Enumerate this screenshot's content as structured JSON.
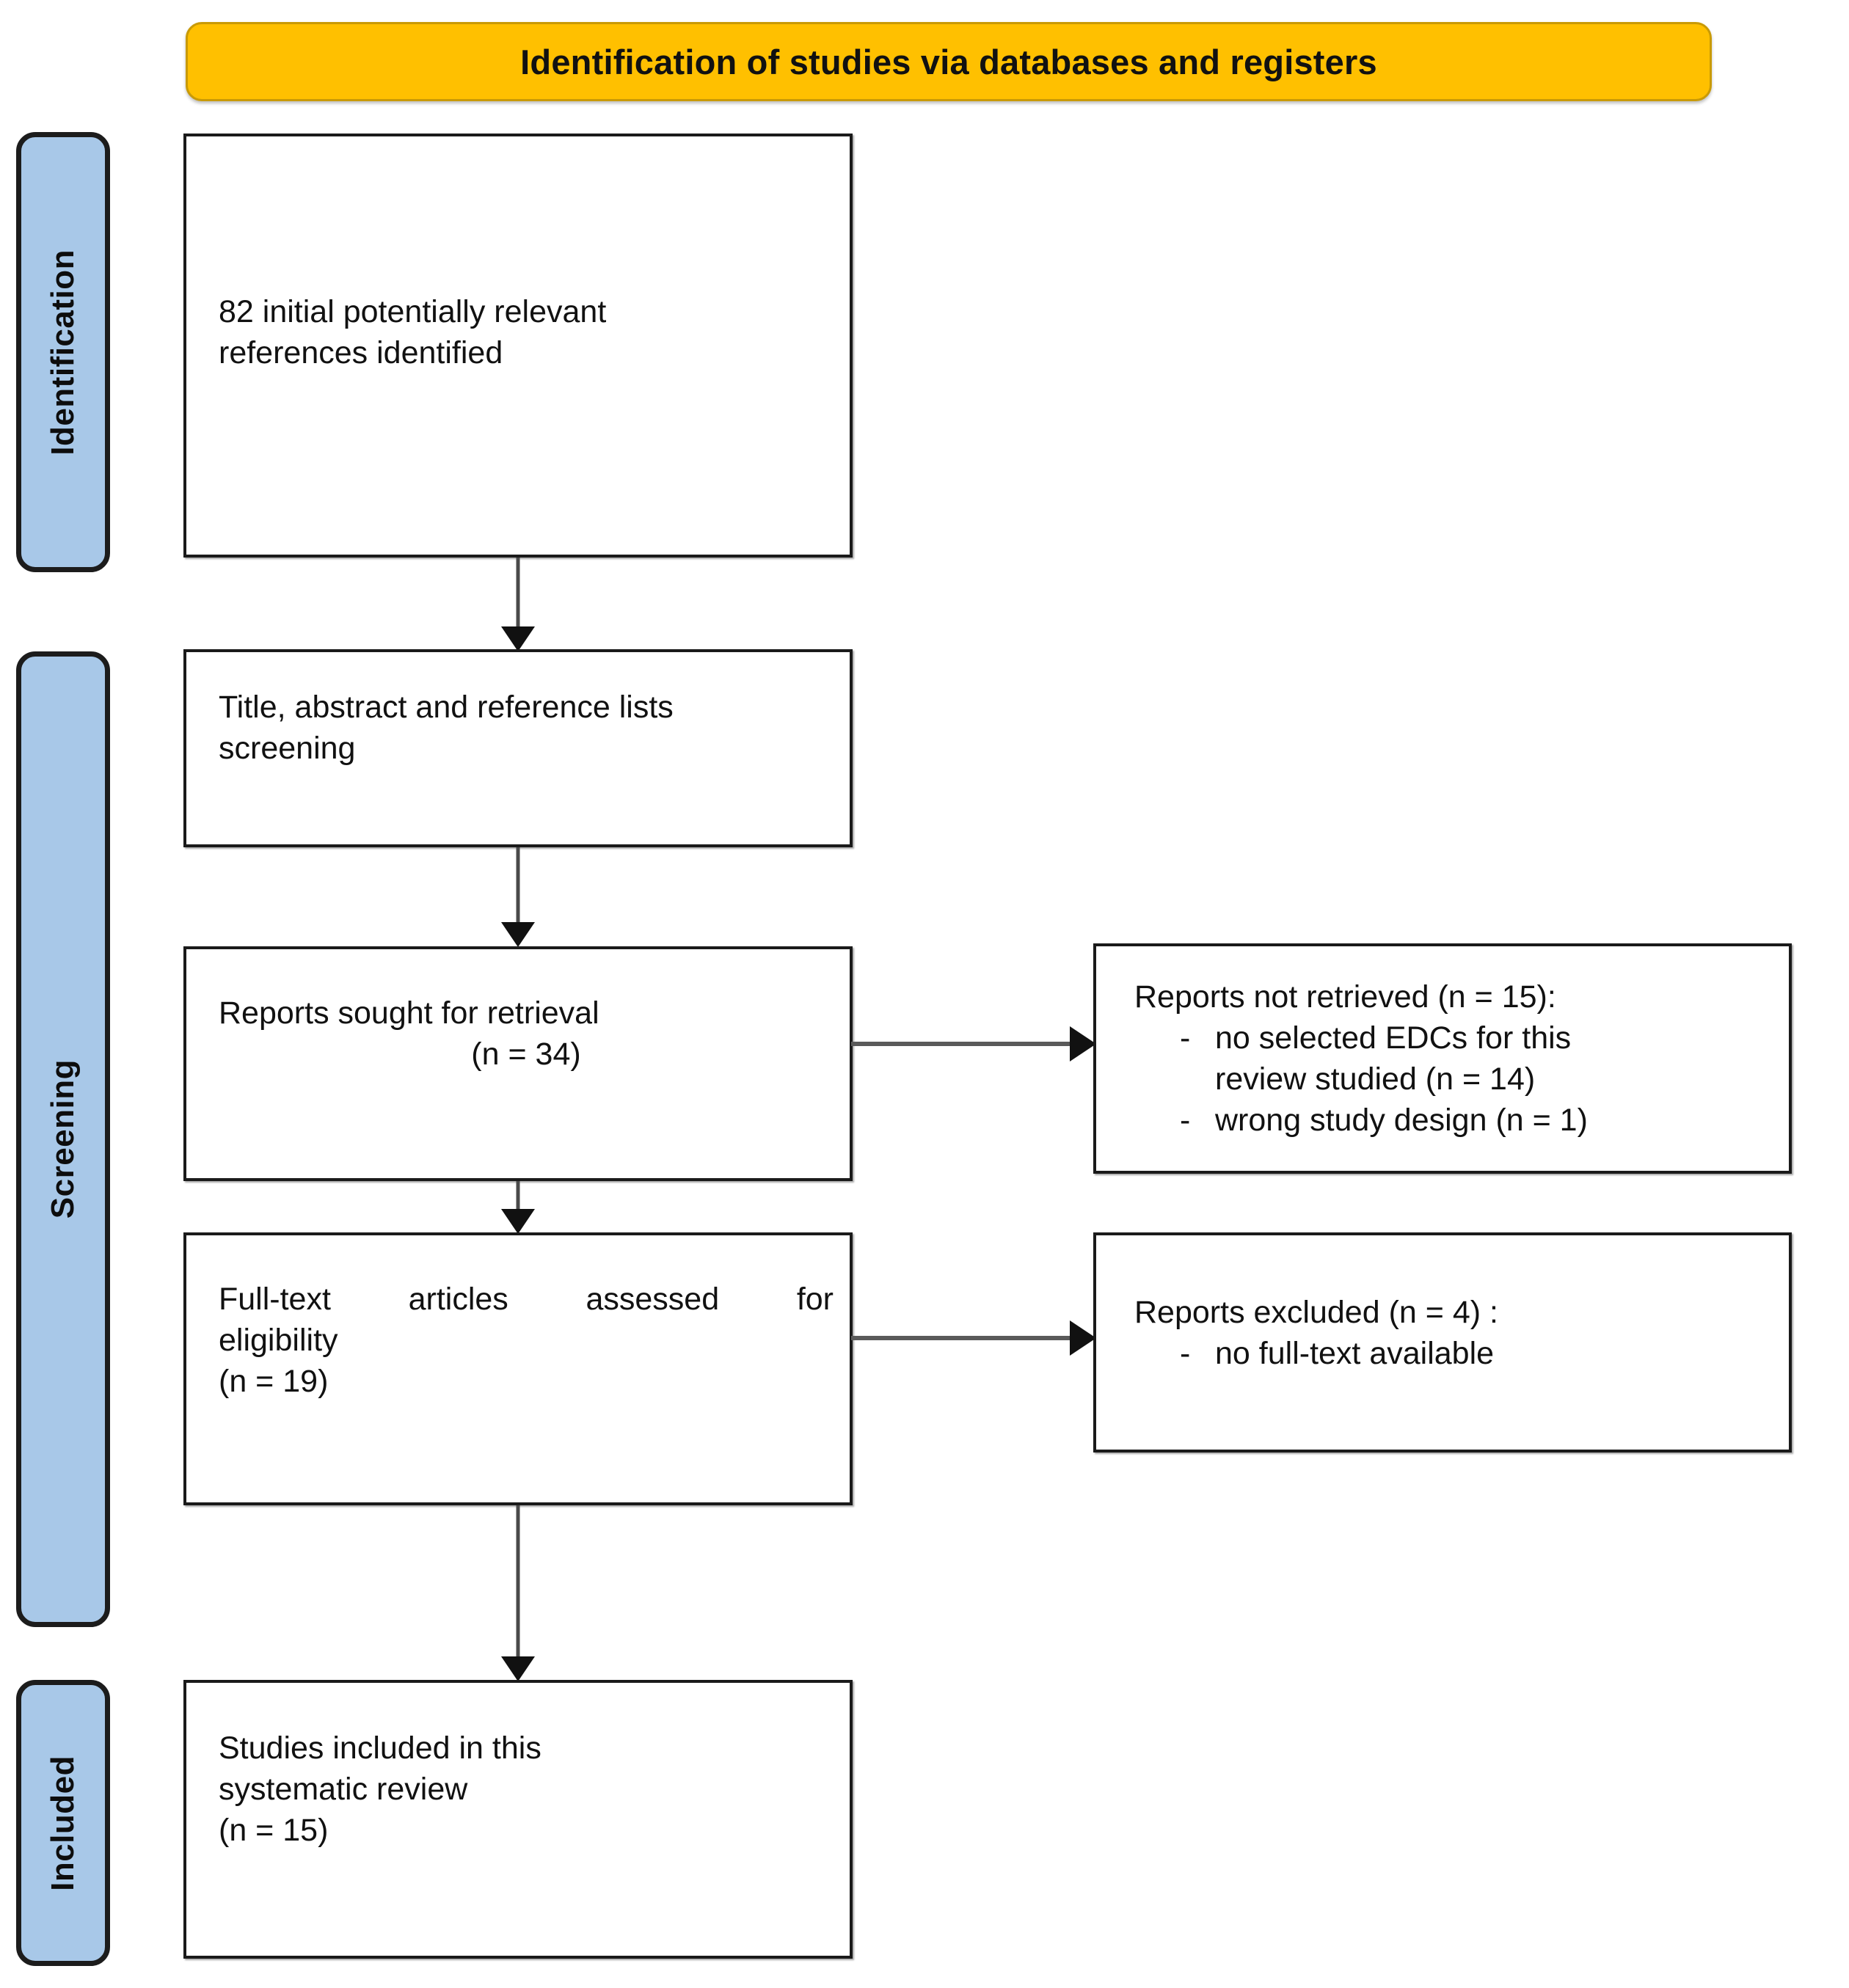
{
  "header": {
    "title": "Identification of studies via databases and registers",
    "bg_color": "#FFC000",
    "border_color": "#C99A06"
  },
  "stages": {
    "identification": "Identification",
    "screening": "Screening",
    "included": "Included",
    "bg_color": "#A8C8E8",
    "border_color": "#1C1C1C"
  },
  "boxes": {
    "identified": {
      "line1": "82 initial potentially relevant",
      "line2": "references identified"
    },
    "screening": {
      "line1": "Title, abstract and reference lists",
      "line2": "screening"
    },
    "sought": {
      "line1": "Reports sought for retrieval",
      "line2": "(n = 34)"
    },
    "fulltext": {
      "line1": "Full-text articles assessed for",
      "line2": "eligibility",
      "line3": "(n = 19)"
    },
    "included": {
      "line1": "Studies included in this",
      "line2": "systematic review",
      "line3": "(n = 15)"
    },
    "not_retrieved": {
      "heading": "Reports not retrieved (n = 15):",
      "bullet_marker": "-",
      "bullets": [
        "no selected EDCs for this review studied (n = 14)",
        "wrong study design (n = 1)"
      ],
      "bullet_1_line_1": "no selected EDCs for this",
      "bullet_1_line_2": "review studied (n = 14)",
      "bullet_2_line_1": "wrong study design (n = 1)"
    },
    "excluded": {
      "heading": "Reports excluded (n = 4) :",
      "bullet_marker": "-",
      "bullets": [
        "no full-text available"
      ],
      "bullet_1_line_1": "no full-text available"
    }
  },
  "flow": {
    "arrow_color": "#111111",
    "counts": {
      "initial_references": 82,
      "reports_sought": 34,
      "reports_not_retrieved": 15,
      "no_selected_edcs": 14,
      "wrong_study_design": 1,
      "full_text_assessed": 19,
      "reports_excluded": 4,
      "studies_included": 15
    }
  }
}
